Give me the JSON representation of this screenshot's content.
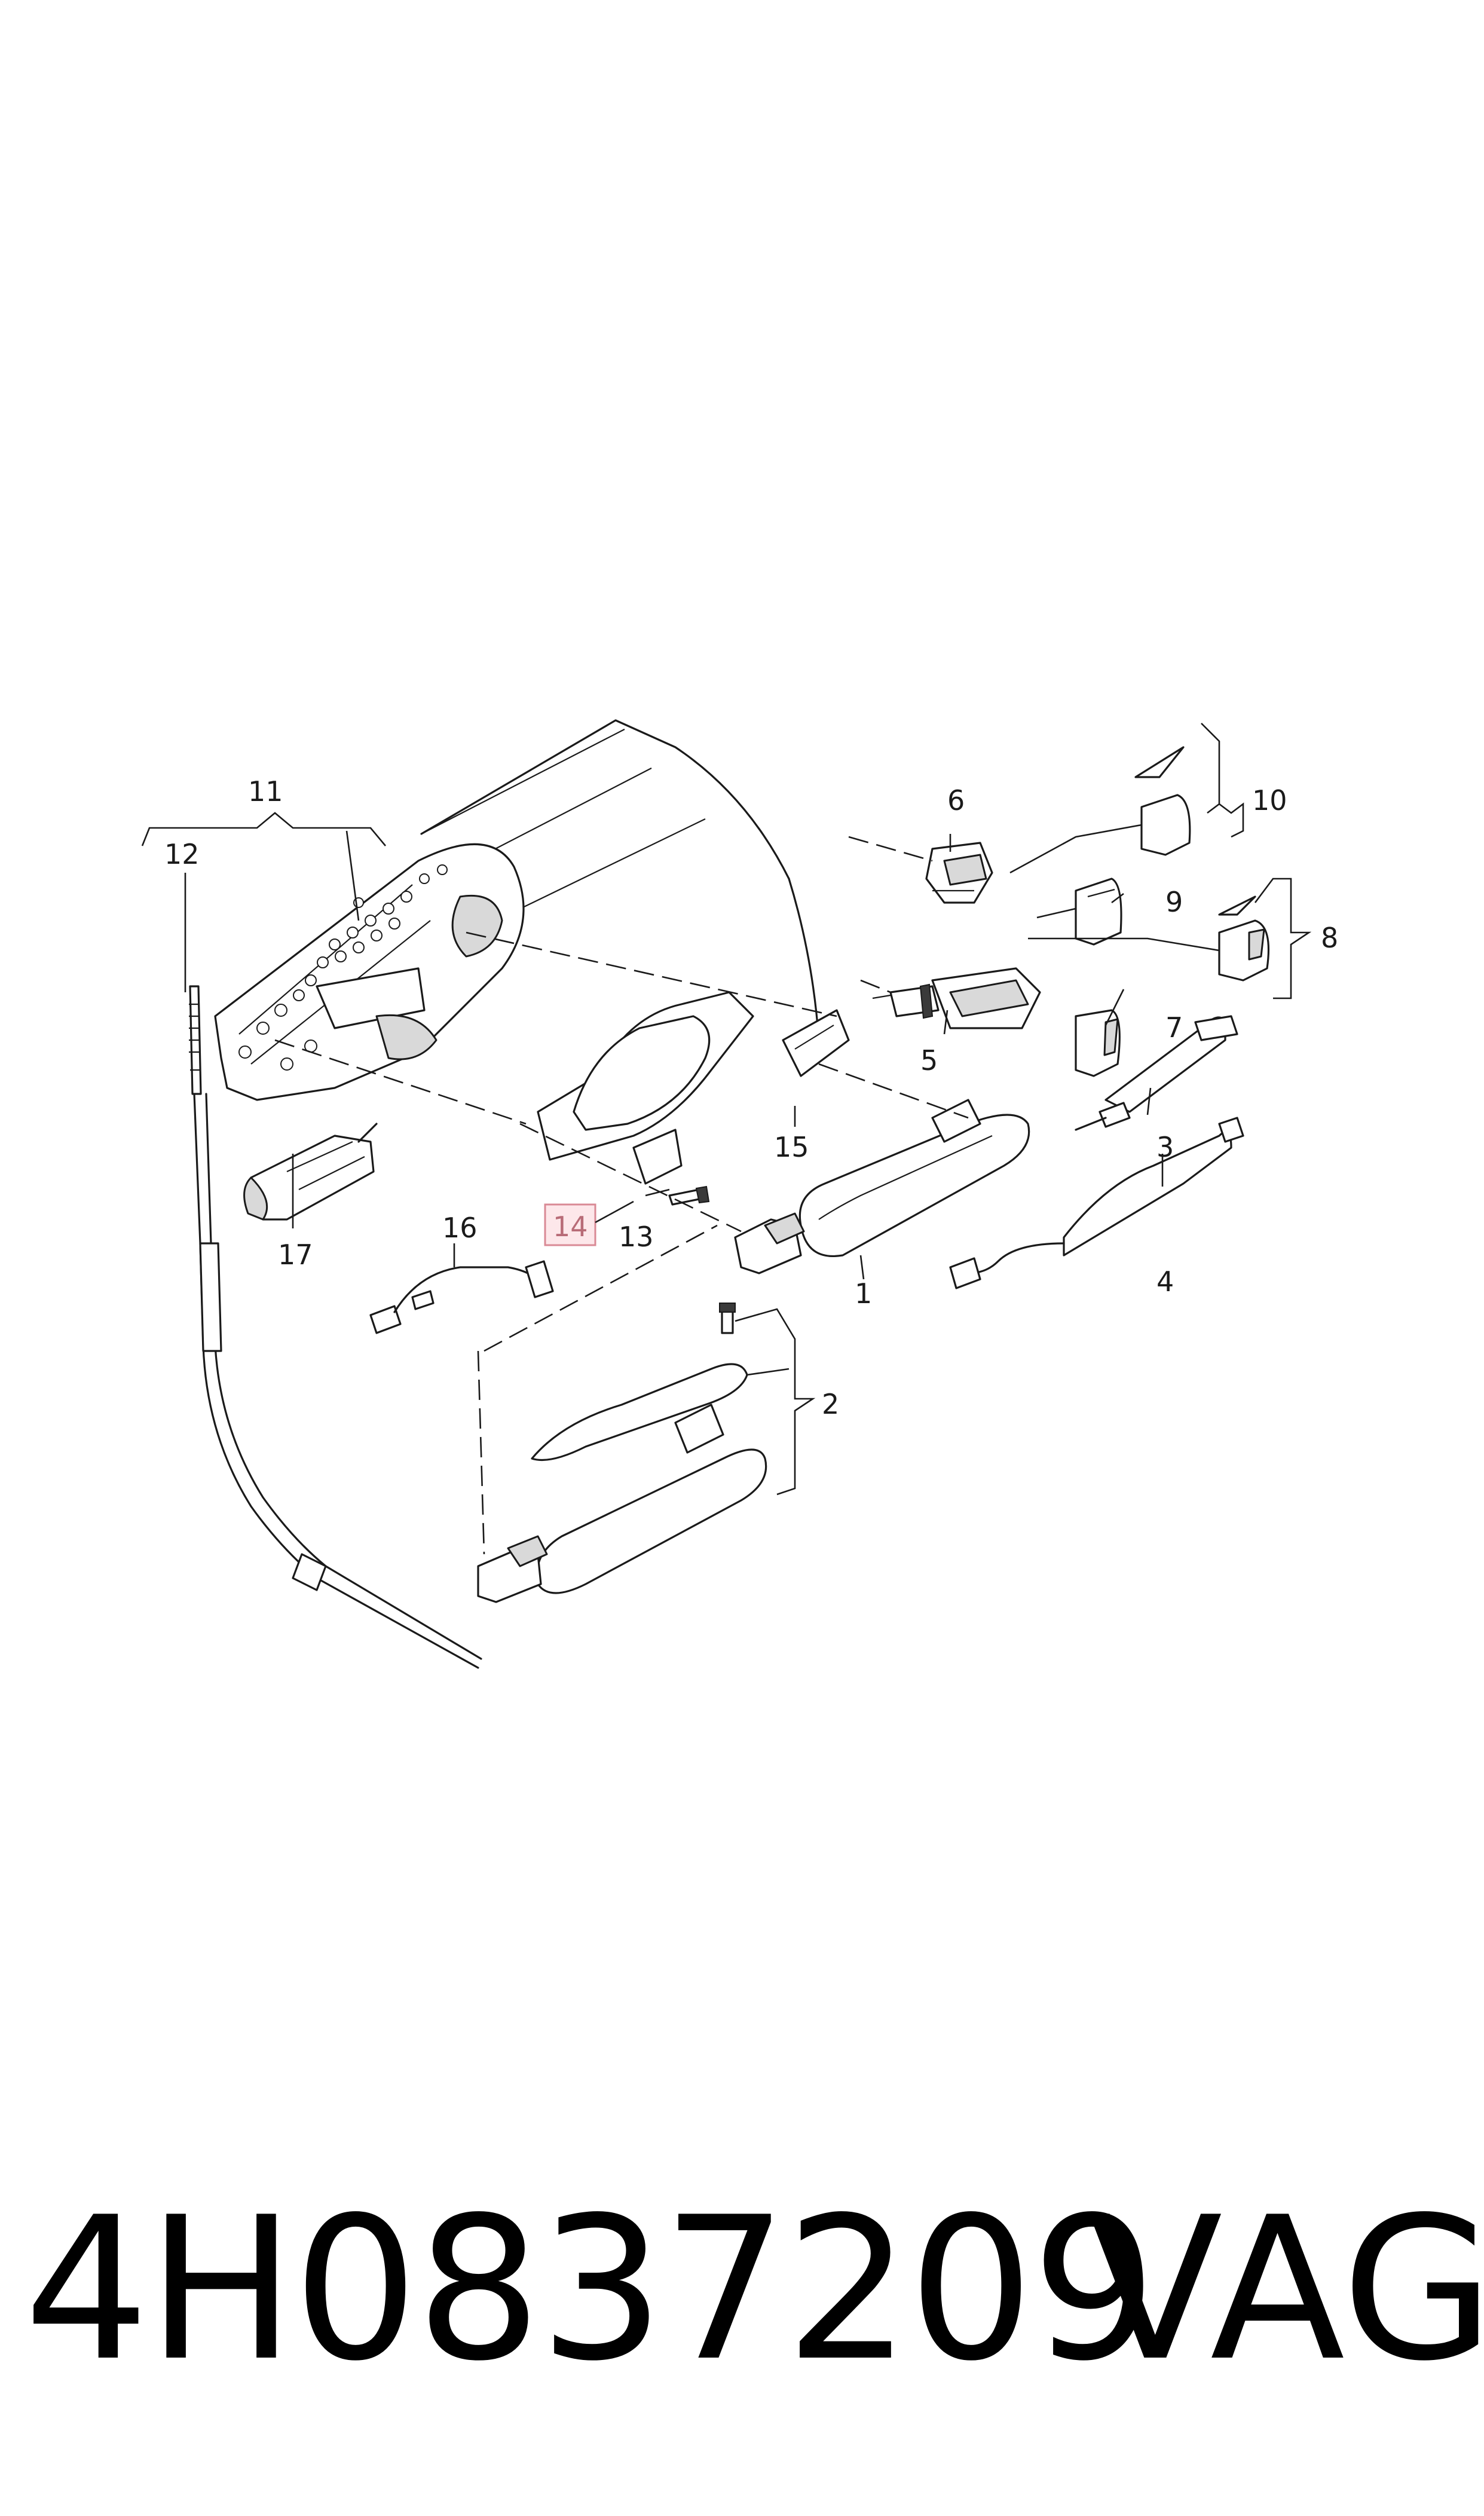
{
  "callouts": {
    "c1": "1",
    "c2": "2",
    "c3": "3",
    "c4": "4",
    "c5": "5",
    "c6": "6",
    "c7": "7",
    "c8": "8",
    "c9": "9",
    "c10": "10",
    "c11": "11",
    "c12": "12",
    "c13": "13",
    "c14": "14",
    "c15": "15",
    "c16": "16",
    "c17": "17"
  },
  "highlighted_callout": "14",
  "colors": {
    "line": "#1a1a1a",
    "highlight_fill": "#fde7ea",
    "highlight_stroke": "#d98a95"
  },
  "footer": {
    "part_number": "4H0837209",
    "brand": "VAG"
  }
}
